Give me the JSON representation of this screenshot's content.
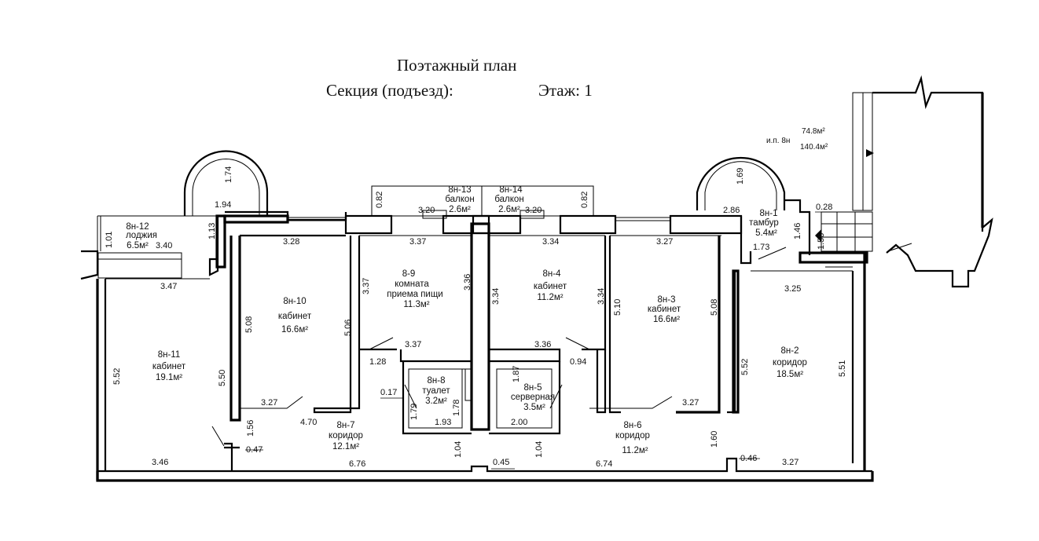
{
  "header": {
    "title": "Поэтажный план",
    "section": "Секция (подъезд):",
    "floor": "Этаж: 1"
  },
  "summary": {
    "label": "и.п. 8н",
    "area_1": "74.8м²",
    "area_2": "140.4м²"
  },
  "rooms": [
    {
      "id": "8н-1",
      "name": "тамбур",
      "area": "5.4м²"
    },
    {
      "id": "8н-2",
      "name": "коридор",
      "area": "18.5м²"
    },
    {
      "id": "8н-3",
      "name": "кабинет",
      "area": "16.6м²"
    },
    {
      "id": "8н-4",
      "name": "кабинет",
      "area": "11.2м²"
    },
    {
      "id": "8н-5",
      "name": "серверная",
      "area": "3.5м²"
    },
    {
      "id": "8н-6",
      "name": "коридор",
      "area": "11.2м²"
    },
    {
      "id": "8н-7",
      "name": "коридор",
      "area": "12.1м²"
    },
    {
      "id": "8н-8",
      "name": "туалет",
      "area": "3.2м²"
    },
    {
      "id": "8-9",
      "name": "комната",
      "name2": "приема пищи",
      "area": "11.3м²"
    },
    {
      "id": "8н-10",
      "name": "кабинет",
      "area": "16.6м²"
    },
    {
      "id": "8н-11",
      "name": "кабинет",
      "area": "19.1м²"
    },
    {
      "id": "8н-12",
      "name": "лоджия",
      "area": "6.5м²"
    },
    {
      "id": "8н-13",
      "name": "балкон",
      "area": "2.6м²"
    },
    {
      "id": "8н-14",
      "name": "балкон",
      "area": "2.6м²"
    }
  ],
  "dimensions": [
    "1.74",
    "1.94",
    "1.13",
    "1.01",
    "3.40",
    "3.47",
    "3.28",
    "0.82",
    "3.20",
    "3.37",
    "3.20",
    "0.82",
    "3.34",
    "3.27",
    "2.86",
    "1.69",
    "1.73",
    "1.46",
    "1.56",
    "0.28",
    "3.25",
    "5.52",
    "5.50",
    "5.08",
    "5.06",
    "3.37",
    "3.36",
    "3.34",
    "3.34",
    "5.10",
    "5.08",
    "5.52",
    "5.51",
    "3.37",
    "3.36",
    "1.28",
    "0.94",
    "0.17",
    "1.79",
    "1.78",
    "1.87",
    "1.93",
    "2.00",
    "3.27",
    "4.70",
    "3.27",
    "1.56",
    "0.47",
    "3.46",
    "6.76",
    "1.04",
    "0.45",
    "1.04",
    "6.74",
    "1.60",
    "0.46",
    "3.27"
  ]
}
